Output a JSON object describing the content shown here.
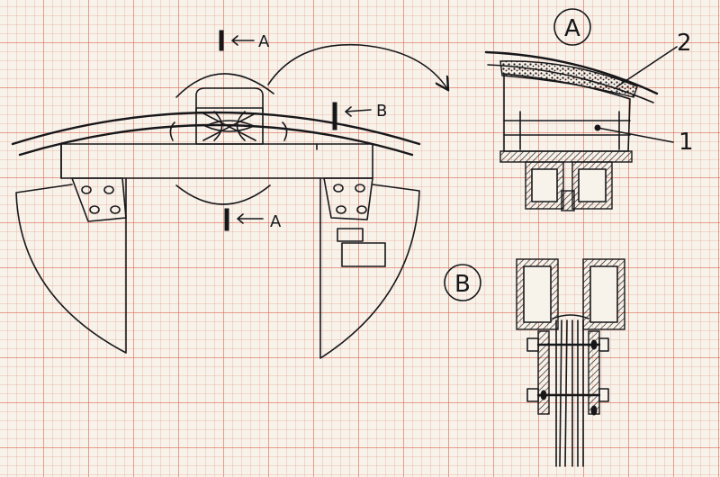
{
  "labels": {
    "section_a_top": "A",
    "section_a_bottom": "A",
    "section_b": "B",
    "detail_a": "A",
    "detail_b": "B",
    "part_1": "1",
    "part_2": "2"
  },
  "colors": {
    "ink": "#17171a",
    "paper": "#f7f2ea",
    "grid": "#dc6e5a"
  }
}
